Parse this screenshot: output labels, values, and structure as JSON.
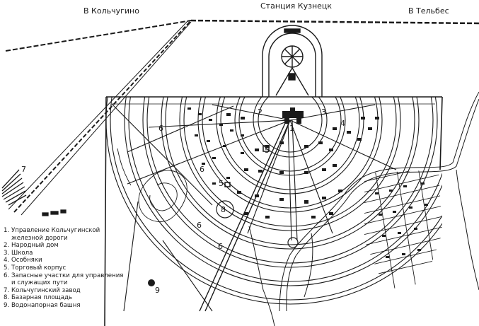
{
  "map": {
    "station_label": "Станция Кузнецк",
    "left_direction": "В Кольчугино",
    "right_direction": "В Тельбес",
    "markers": [
      "1",
      "2",
      "3",
      "4",
      "5",
      "5",
      "6",
      "6",
      "6",
      "6",
      "7",
      "8",
      "9"
    ]
  },
  "legend": [
    {
      "num": "1.",
      "text": "Управление Кольчугинской"
    },
    {
      "num": "",
      "text": "железной дороги"
    },
    {
      "num": "2.",
      "text": "Народный дом"
    },
    {
      "num": "3.",
      "text": "Школа"
    },
    {
      "num": "4.",
      "text": "Особняки"
    },
    {
      "num": "5.",
      "text": "Торговый корпус"
    },
    {
      "num": "6.",
      "text": "Запасные участки для управления"
    },
    {
      "num": "",
      "text": "и служащих пути"
    },
    {
      "num": "7.",
      "text": "Кольчугинский завод"
    },
    {
      "num": "8.",
      "text": "Базарная площадь"
    },
    {
      "num": "9.",
      "text": "Водонапорная башня"
    }
  ],
  "colors": {
    "ink": "#1a1a1a",
    "paper": "#ffffff"
  }
}
